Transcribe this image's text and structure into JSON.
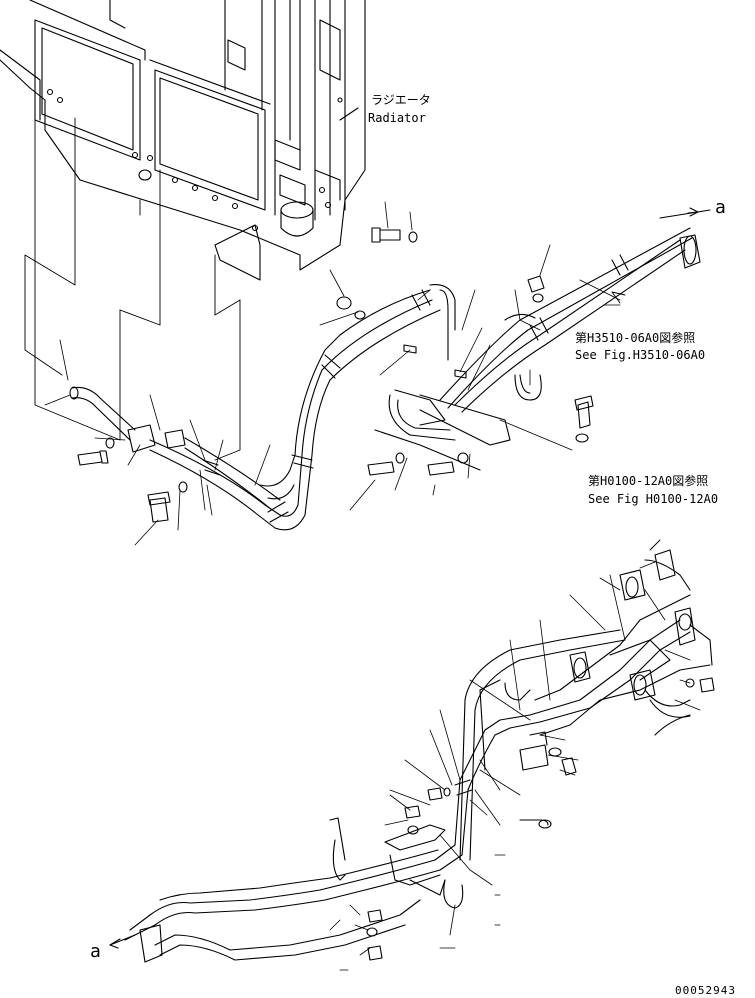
{
  "labels": {
    "radiator_jp": "ラジエータ",
    "radiator_en": "Radiator",
    "ref1_jp": "第H3510-06A0図参照",
    "ref1_en": "See Fig.H3510-06A0",
    "ref2_jp": "第H0100-12A0図参照",
    "ref2_en": "See Fig H0100-12A0",
    "arrow_top": "a",
    "arrow_bottom": "a",
    "doc_number": "00052943"
  },
  "colors": {
    "line": "#000000",
    "background": "#ffffff"
  }
}
